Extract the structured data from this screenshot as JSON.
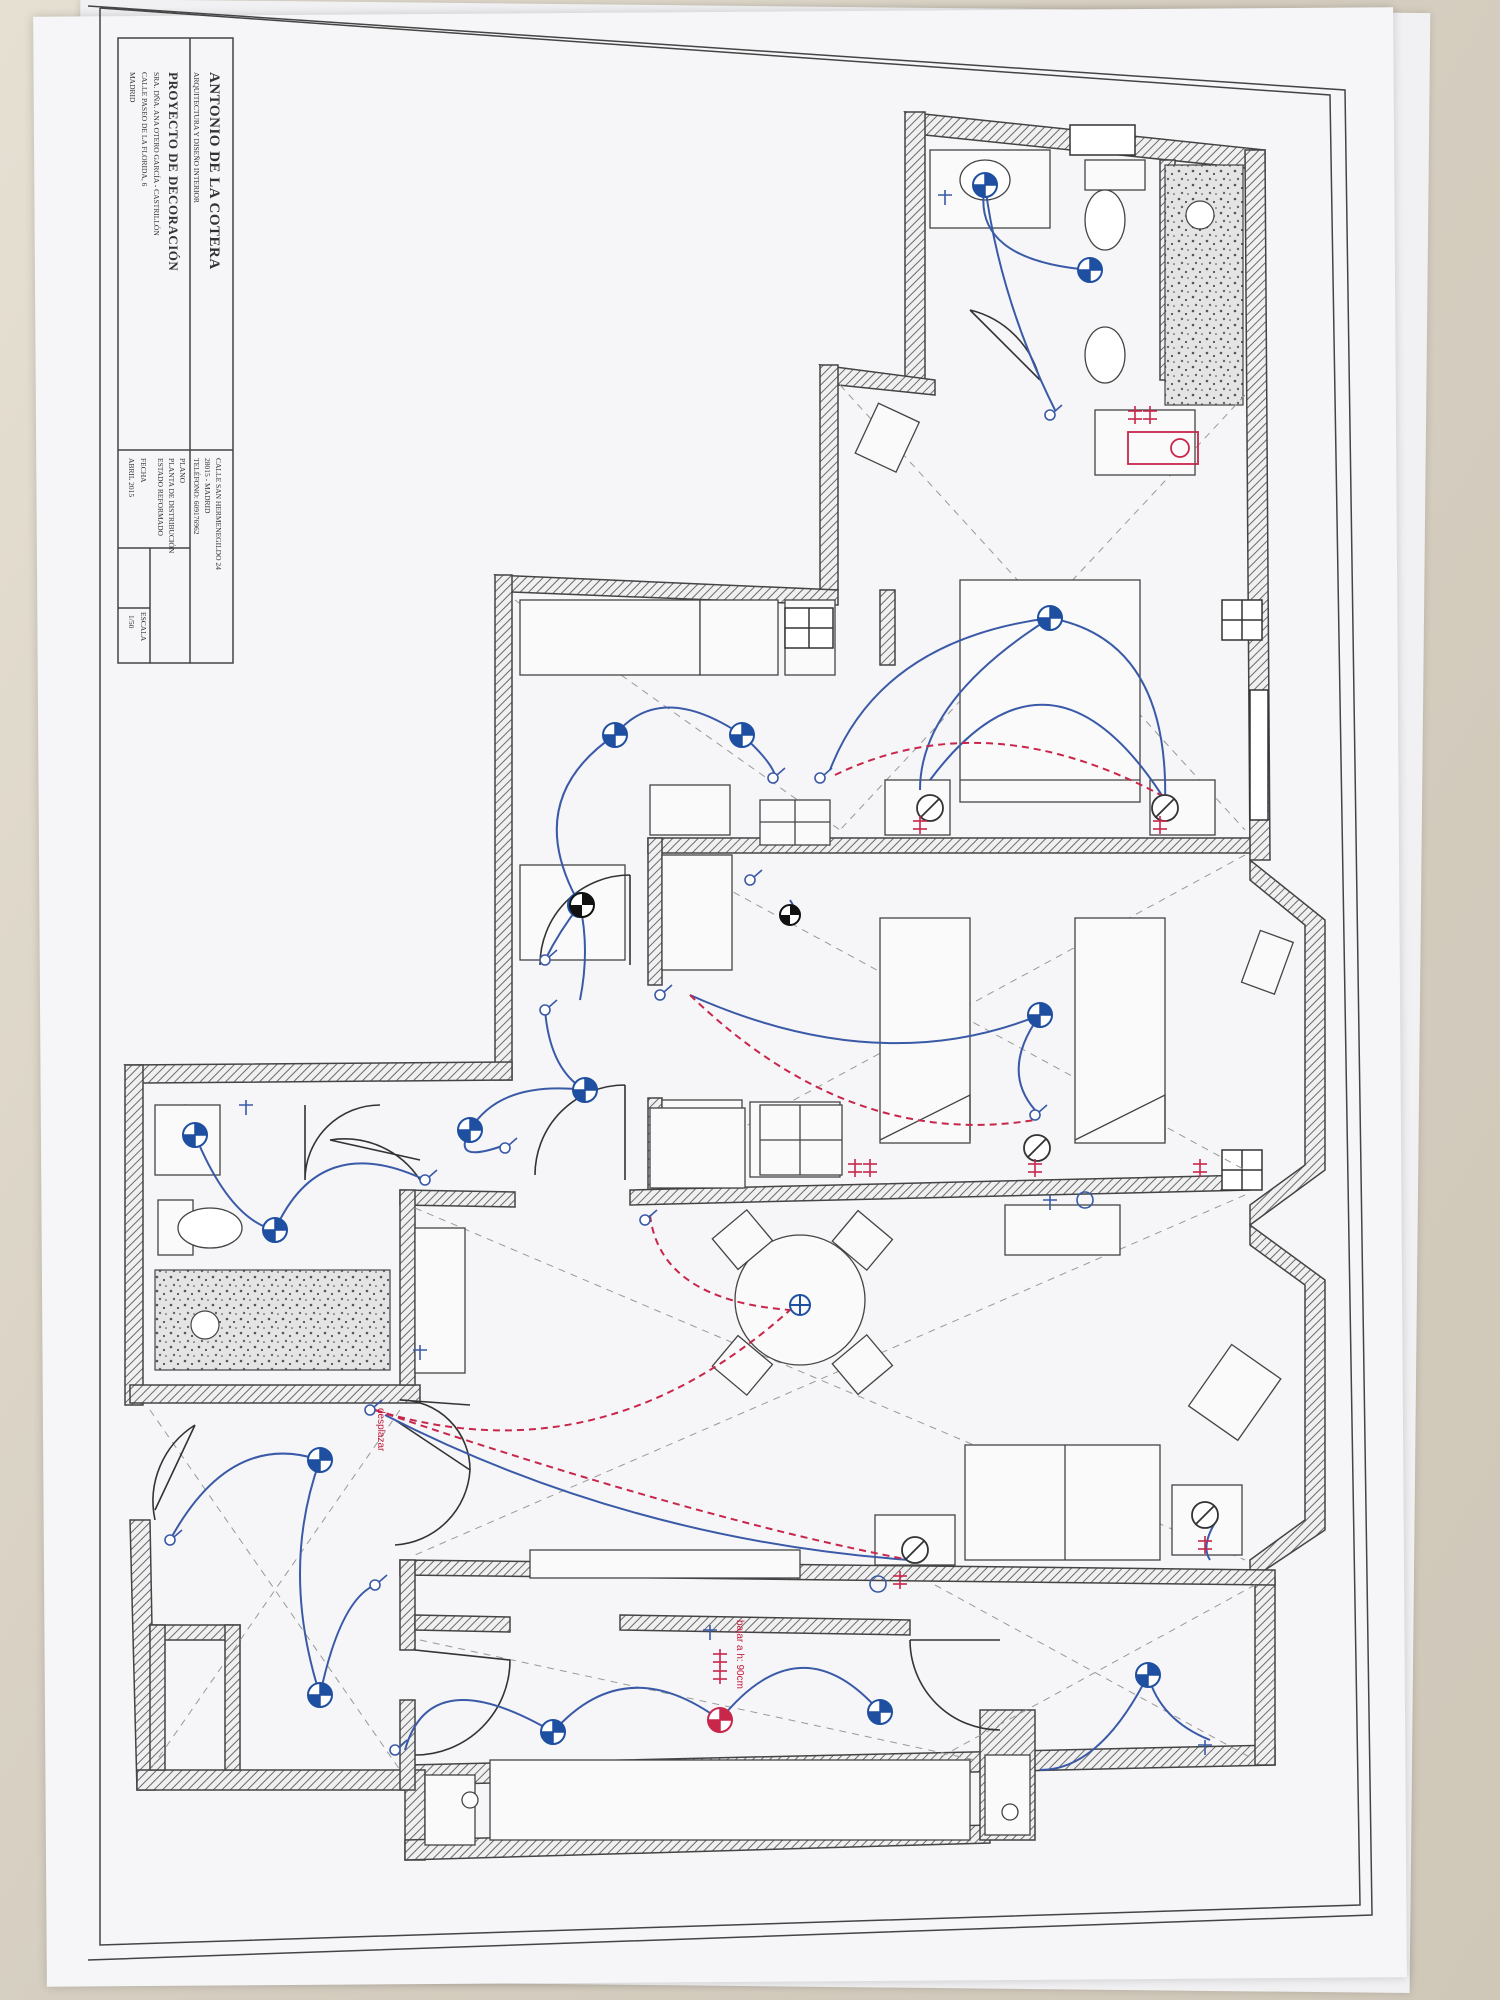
{
  "title_block": {
    "firm": "ANTONIO DE LA COTERA",
    "firm_subtitle": "ARQUITECTURA Y DISEÑO INTERIOR",
    "project": "PROYECTO DE DECORACIÓN",
    "client": "SRA. DÑA. ANA OTERO GARCÍA - CASTRILLÓN",
    "site": "CALLE PASEO DE LA FLORIDA, 6",
    "city": "MADRID",
    "address_1": "CALLE SAN HERMENEGILDO 24",
    "address_2": "28015 - MADRID",
    "phone": "TELÉFONO: 609176962",
    "plan_label": "PLANO",
    "plan_1": "PLANTA DE DISTRIBUCIÓN",
    "plan_2": "ESTADO REFORMADO",
    "date_label": "FECHA",
    "date": "ABRIL 2015",
    "scale_label": "ESCALA",
    "scale": "1/50"
  },
  "annotations": {
    "move": "desplazar",
    "height": "bajar a h: 90cm"
  },
  "colors": {
    "wall": "#555555",
    "hatch": "#8a8a8a",
    "circuit_light": "#3a5aa8",
    "circuit_power": "#c8264a",
    "fixture_fill": "#1f4fa0",
    "paper": "#f6f6f8"
  }
}
